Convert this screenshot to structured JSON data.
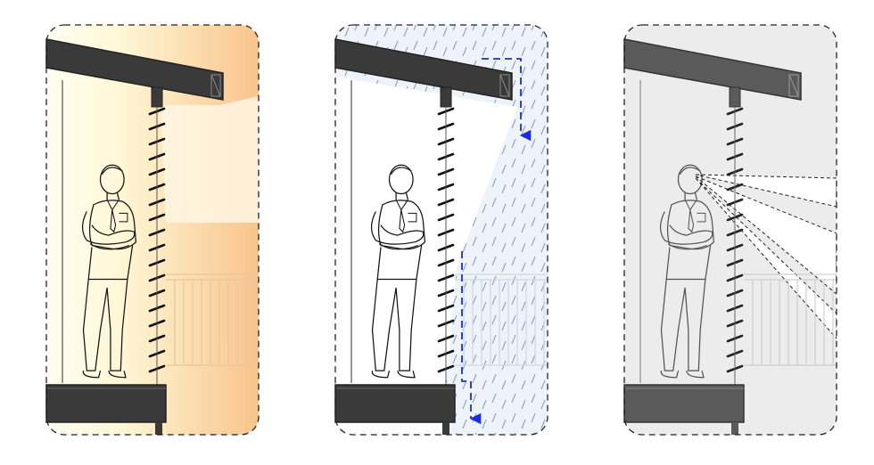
{
  "diagram": {
    "panels": [
      {
        "id": "sunlight",
        "theme": "warm-sunlight",
        "colors": {
          "glow_start": "#fffbe8",
          "glow_end": "#f9c98f",
          "light_cone": "#fff6e3"
        }
      },
      {
        "id": "rain",
        "theme": "rain-protection",
        "colors": {
          "rain": "#7f93b8",
          "rain_bg": "#eef3fa",
          "flow_arrow": "#1a2de0"
        }
      },
      {
        "id": "view",
        "theme": "privacy-view",
        "colors": {
          "bg": "#ececec",
          "view_ray": "#ffffff",
          "structure": "#555555"
        }
      }
    ],
    "colors": {
      "structure": "#3a3a3a",
      "outline": "#222222",
      "frame_dash": "#222222"
    }
  }
}
